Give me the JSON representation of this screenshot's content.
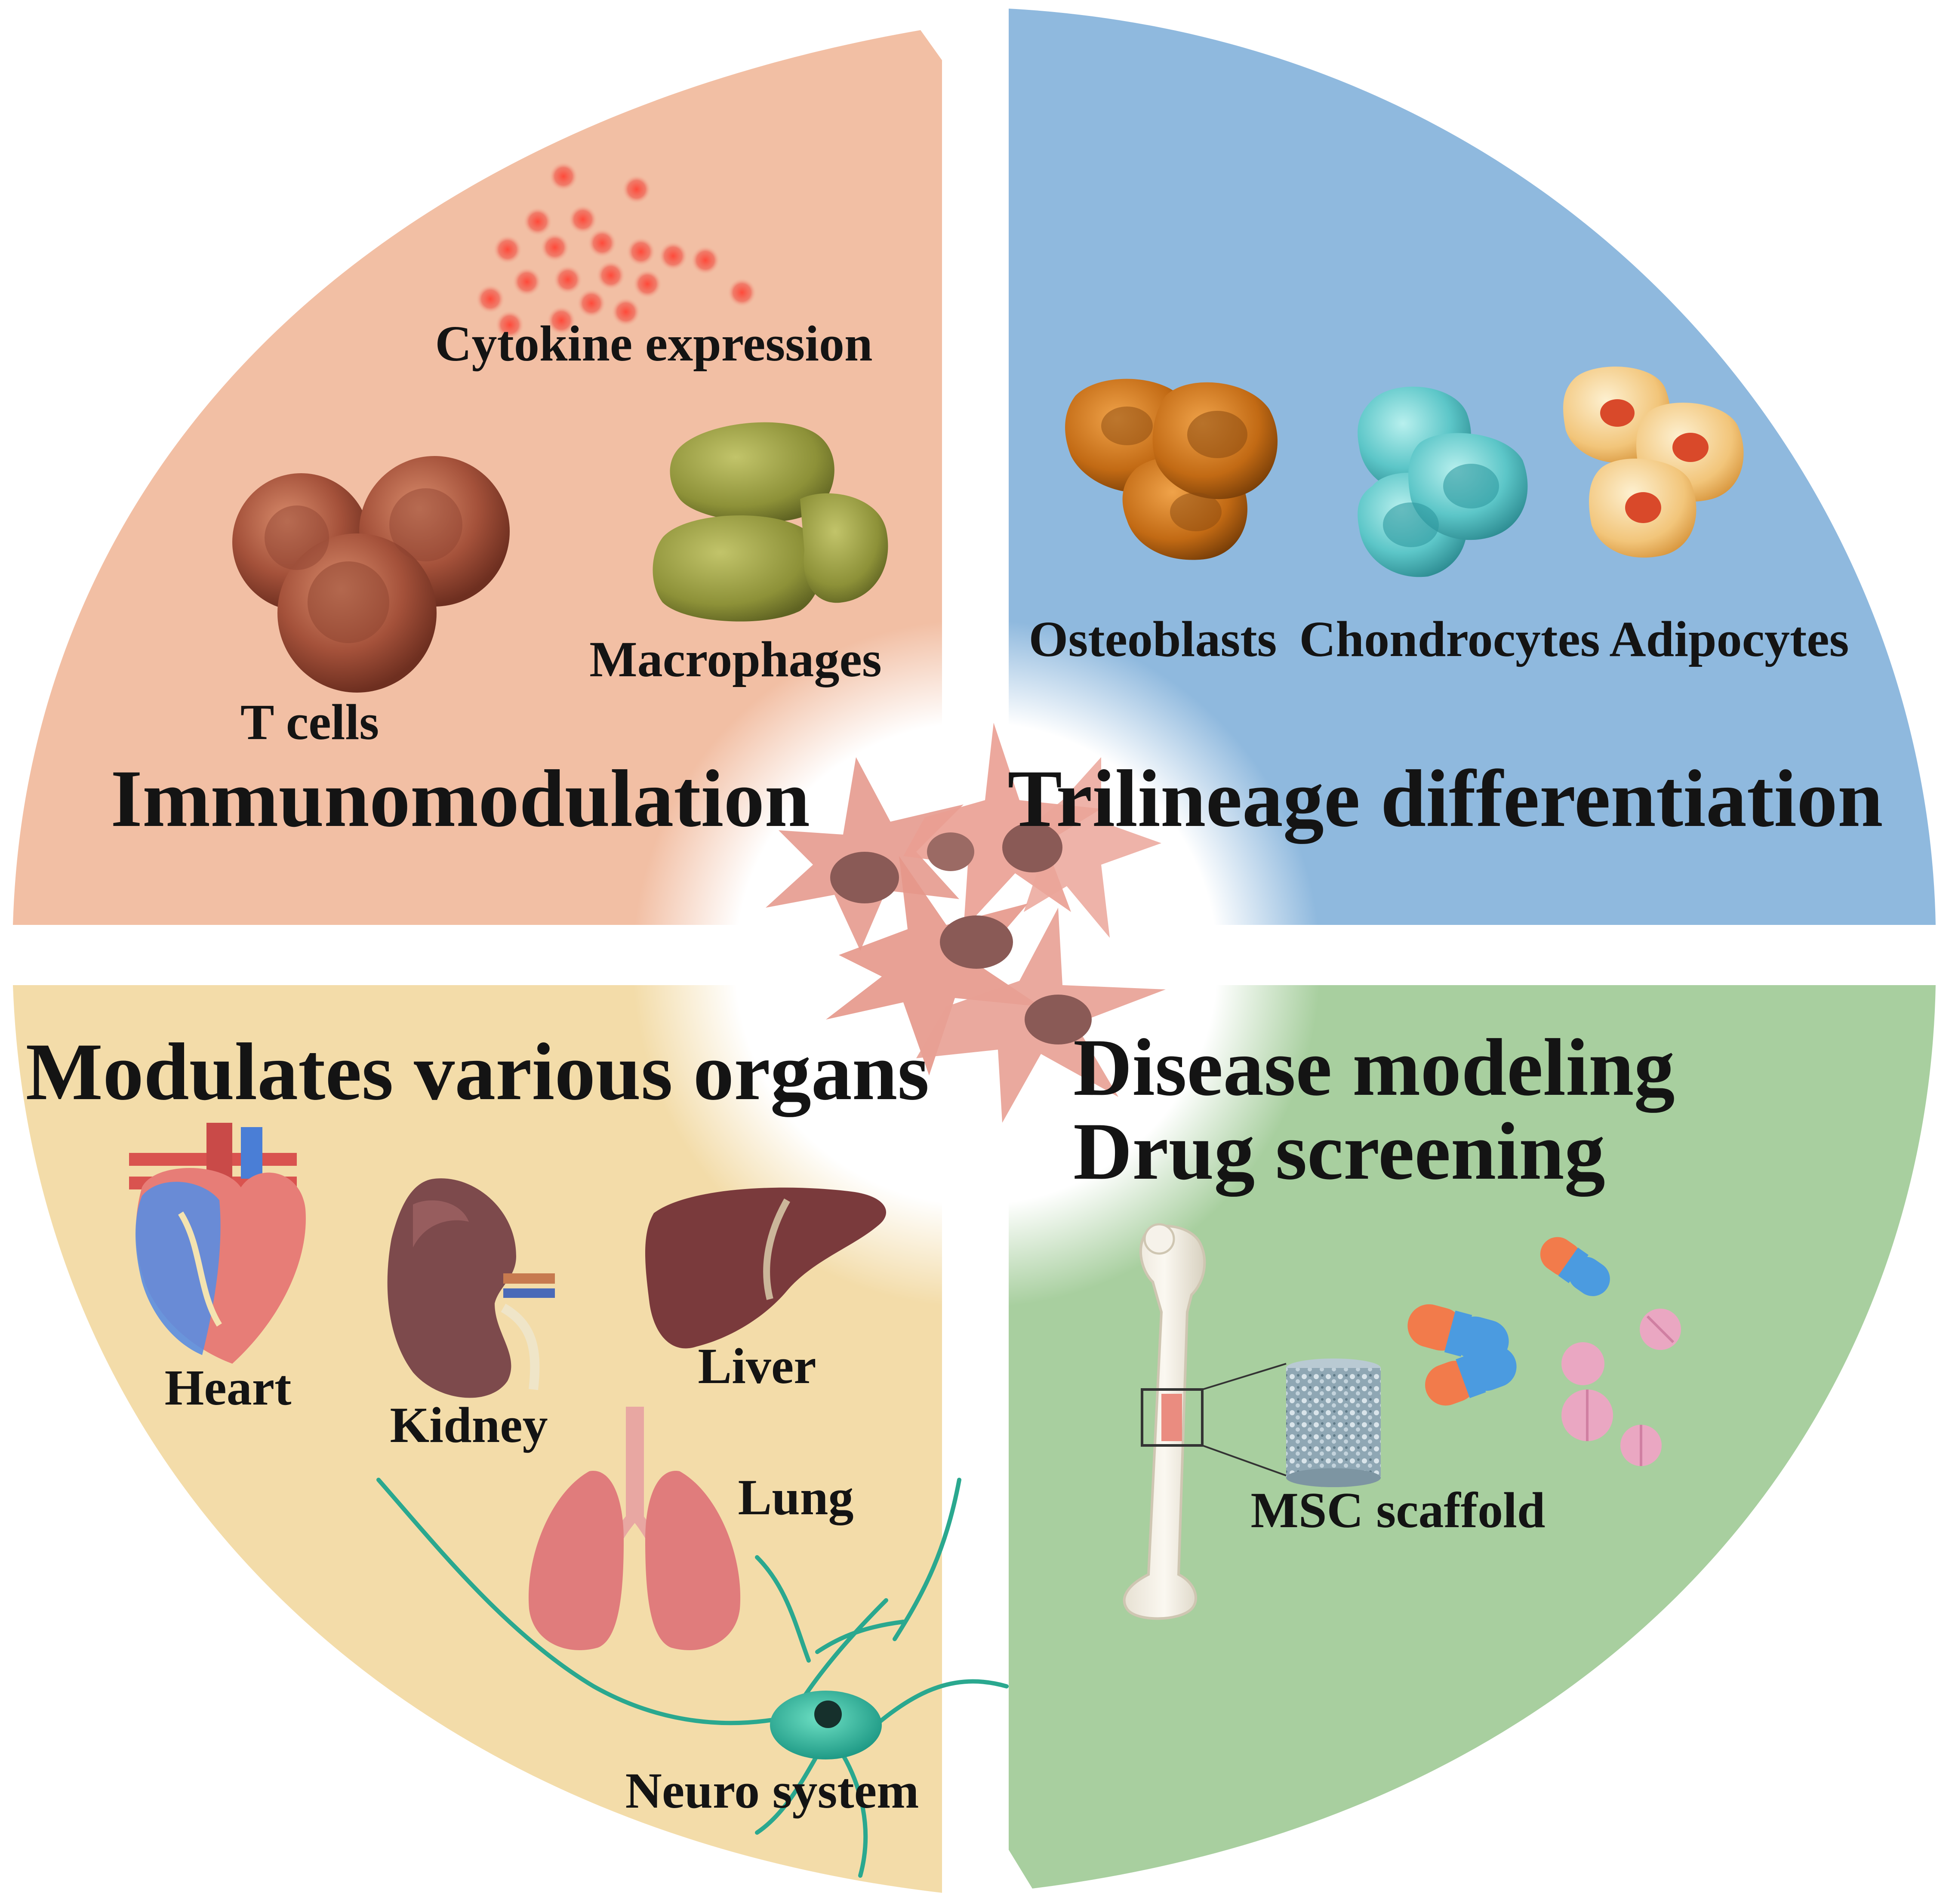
{
  "colors": {
    "immunomodulation": "#f2bfa4",
    "trilineage": "#8fb9de",
    "organs": "#f3dca9",
    "disease": "#a8cf9f",
    "center": "#ffffff"
  },
  "center": {
    "icon": "msc-cluster-icon"
  },
  "quadrants": {
    "immunomodulation": {
      "title": "Immunomodulation",
      "labels": {
        "cytokine": "Cytokine expression",
        "tcells": "T cells",
        "macrophages": "Macrophages"
      },
      "icons": [
        "cytokine-dots-icon",
        "t-cells-icon",
        "macrophages-icon"
      ]
    },
    "trilineage": {
      "title": "Trilineage differentiation",
      "labels": {
        "osteoblasts": "Osteoblasts",
        "chondrocytes": "Chondrocytes",
        "adipocytes": "Adipocytes"
      },
      "icons": [
        "osteoblasts-icon",
        "chondrocytes-icon",
        "adipocytes-icon"
      ]
    },
    "organs": {
      "title": "Modulates various organs",
      "labels": {
        "heart": "Heart",
        "kidney": "Kidney",
        "liver": "Liver",
        "lung": "Lung",
        "neuro": "Neuro system"
      },
      "icons": [
        "heart-icon",
        "kidney-icon",
        "liver-icon",
        "lung-icon",
        "neuron-icon"
      ]
    },
    "disease": {
      "title_line1": "Disease modeling",
      "title_line2": "Drug screening",
      "labels": {
        "scaffold": "MSC scaffold"
      },
      "icons": [
        "bone-icon",
        "scaffold-icon",
        "capsule-icon",
        "tablet-icon"
      ]
    }
  }
}
